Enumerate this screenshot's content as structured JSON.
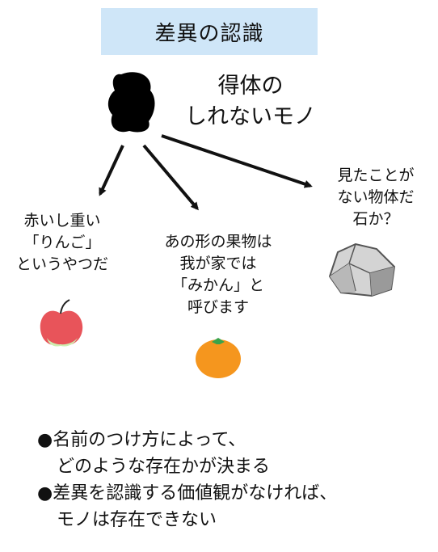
{
  "title": "差異の認識",
  "unknown": {
    "lines": [
      "得体の",
      "しれないモノ"
    ]
  },
  "branches": [
    {
      "lines": [
        "赤いし重い",
        "「りんご」",
        "というやつだ"
      ],
      "icon": "apple-icon"
    },
    {
      "lines": [
        "あの形の果物は",
        "我が家では",
        "「みかん」と",
        "呼びます"
      ],
      "icon": "mikan-icon"
    },
    {
      "lines": [
        "見たことが",
        "ない物体だ",
        "石か？"
      ],
      "icon": "stone-icon"
    }
  ],
  "bullets": [
    {
      "marker": "●",
      "lines": [
        "名前のつけ方によって、",
        "どのような存在かが決まる"
      ]
    },
    {
      "marker": "●",
      "lines": [
        "差異を認識する価値観がなければ、",
        "モノは存在できない"
      ]
    }
  ],
  "colors": {
    "title_bg": "#cfe6f8",
    "blob": "#000000",
    "apple": "#e8545a",
    "mikan": "#f5961e",
    "stone": "#d4d4d4"
  }
}
